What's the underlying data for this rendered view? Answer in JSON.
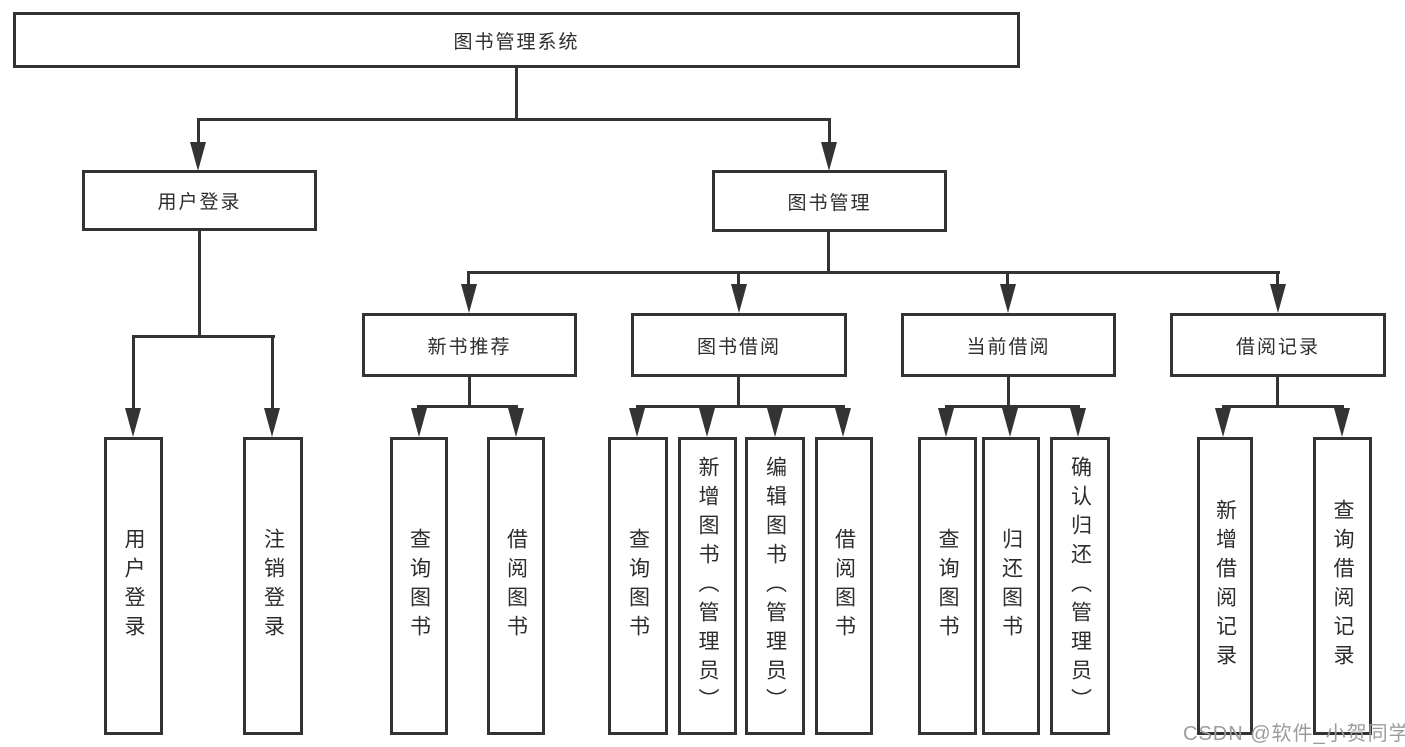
{
  "diagram_title": "图书管理系统",
  "tree": {
    "root": {
      "label": "图书管理系统",
      "children": [
        {
          "label": "用户登录",
          "children": [
            {
              "label": "用户登录"
            },
            {
              "label": "注销登录"
            }
          ]
        },
        {
          "label": "图书管理",
          "children": [
            {
              "label": "新书推荐",
              "children": [
                {
                  "label": "查询图书"
                },
                {
                  "label": "借阅图书"
                }
              ]
            },
            {
              "label": "图书借阅",
              "children": [
                {
                  "label": "查询图书"
                },
                {
                  "label": "新增图书（管理员）"
                },
                {
                  "label": "编辑图书（管理员）"
                },
                {
                  "label": "借阅图书"
                }
              ]
            },
            {
              "label": "当前借阅",
              "children": [
                {
                  "label": "查询图书"
                },
                {
                  "label": "归还图书"
                },
                {
                  "label": "确认归还（管理员）"
                }
              ]
            },
            {
              "label": "借阅记录",
              "children": [
                {
                  "label": "新增借阅记录"
                },
                {
                  "label": "查询借阅记录"
                }
              ]
            }
          ]
        }
      ]
    }
  },
  "watermark": {
    "text": "CSDN @软件_小贺同学"
  },
  "colors": {
    "line": "#333333",
    "box_border": "#333333",
    "text": "#2d2d2d",
    "watermark": "#9c9c9c",
    "background": "#ffffff"
  }
}
